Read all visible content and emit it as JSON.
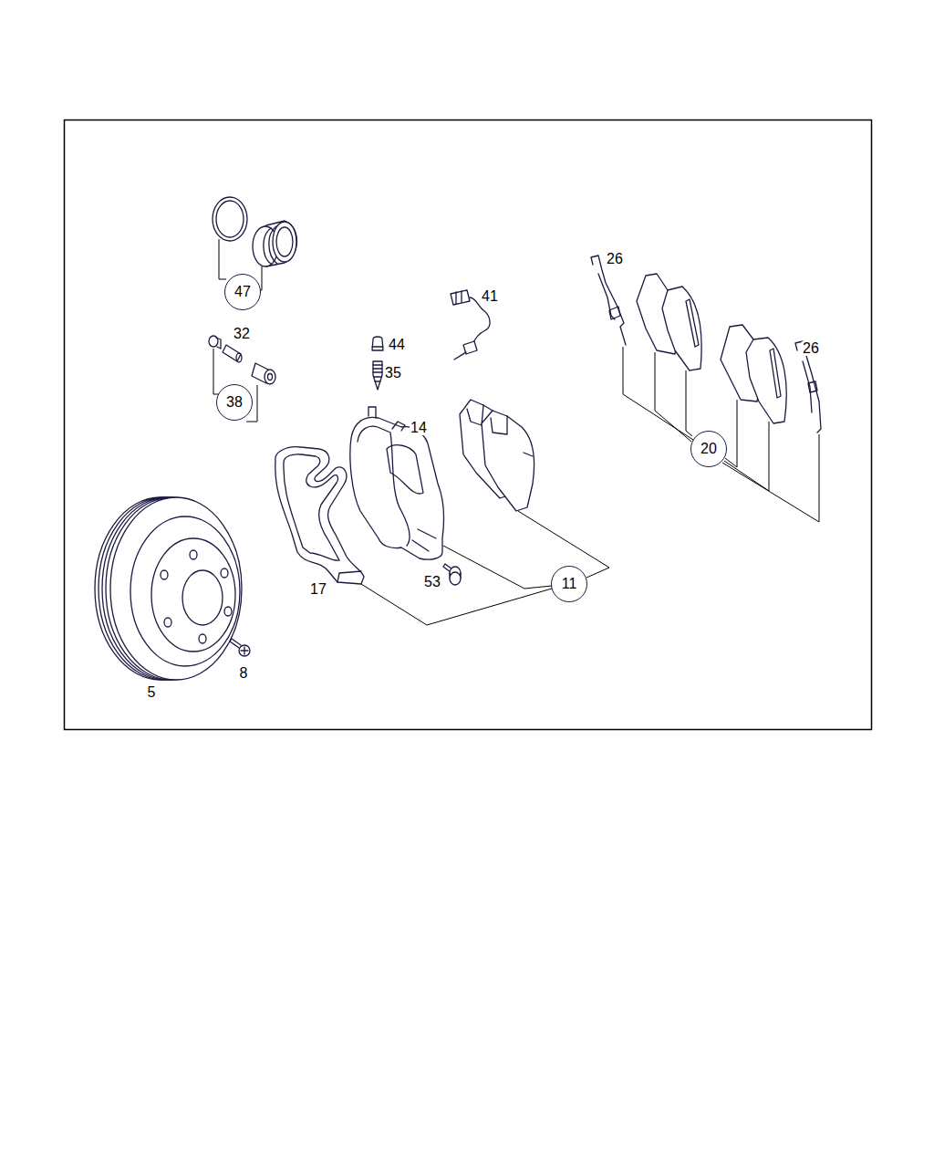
{
  "diagram": {
    "nodes": [
      {
        "text": [
          "47"
        ]
      },
      {
        "text": [
          "38"
        ]
      },
      {
        "text": [
          "20"
        ]
      },
      {
        "text": [
          "11"
        ]
      }
    ],
    "labels": [
      "26",
      "41",
      "32",
      "44",
      "26",
      "35",
      "14",
      "53",
      "17",
      "8",
      "5"
    ]
  }
}
